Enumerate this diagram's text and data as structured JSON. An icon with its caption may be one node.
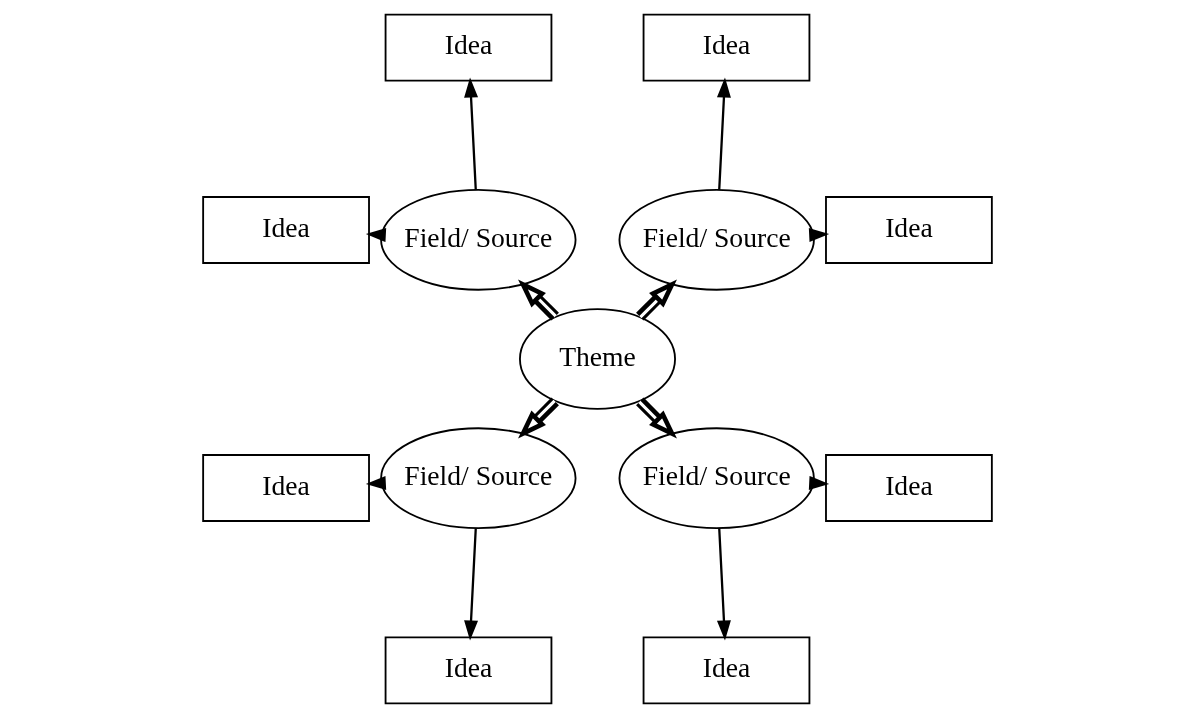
{
  "diagram": {
    "nodes": [
      {
        "text": [
          "Theme"
        ]
      },
      {
        "text": [
          "Field/ Source"
        ]
      },
      {
        "text": [
          "Field/ Source"
        ]
      },
      {
        "text": [
          "Field/ Source"
        ]
      },
      {
        "text": [
          "Field/ Source"
        ]
      },
      {
        "text": [
          "Idea"
        ]
      },
      {
        "text": [
          "Idea"
        ]
      },
      {
        "text": [
          "Idea"
        ]
      },
      {
        "text": [
          "Idea"
        ]
      },
      {
        "text": [
          "Idea"
        ]
      },
      {
        "text": [
          "Idea"
        ]
      },
      {
        "text": [
          "Idea"
        ]
      },
      {
        "text": [
          "Idea"
        ]
      }
    ],
    "edges": [
      {
        "from": 0,
        "to": 1,
        "arrow": "to",
        "style": "thick"
      },
      {
        "from": 0,
        "to": 2,
        "arrow": "to",
        "style": "thick"
      },
      {
        "from": 0,
        "to": 3,
        "arrow": "to",
        "style": "thick"
      },
      {
        "from": 0,
        "to": 4,
        "arrow": "to",
        "style": "thick"
      },
      {
        "from": 1,
        "to": 5,
        "arrow": "to"
      },
      {
        "from": 1,
        "to": 6,
        "arrow": "to"
      },
      {
        "from": 2,
        "to": 7,
        "arrow": "to"
      },
      {
        "from": 2,
        "to": 8,
        "arrow": "to"
      },
      {
        "from": 3,
        "to": 9,
        "arrow": "to"
      },
      {
        "from": 3,
        "to": 10,
        "arrow": "to"
      },
      {
        "from": 4,
        "to": 11,
        "arrow": "to"
      },
      {
        "from": 4,
        "to": 12,
        "arrow": "to"
      }
    ]
  }
}
